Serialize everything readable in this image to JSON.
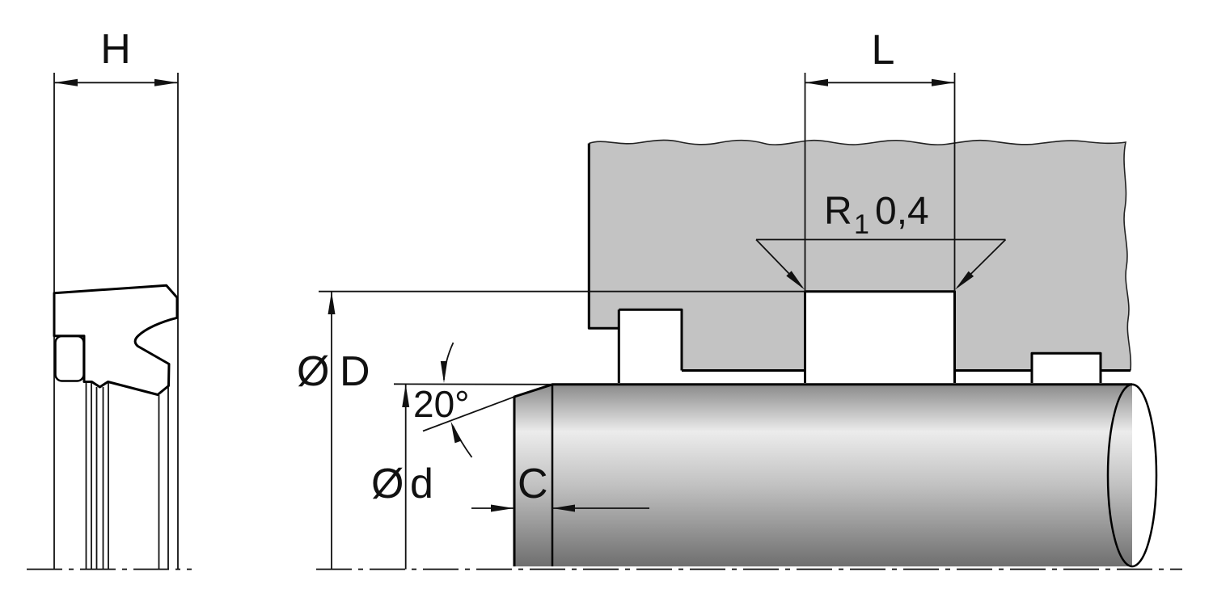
{
  "drawing": {
    "labels": {
      "seal_height": "H",
      "groove_length": "L",
      "groove_radius_prefix": "R",
      "groove_radius_subscript": "1",
      "groove_radius_value": "0,4",
      "diameter_symbol": "Ø",
      "bore_diameter": "D",
      "rod_diameter": "d",
      "chamfer_angle": "20°",
      "chamfer_length": "C"
    },
    "colors": {
      "seal_blue": "#1e70cf",
      "housing_gray": "#c3c3c3",
      "backup_ring_gray": "#e9e9e9",
      "line_black": "#111111",
      "background": "#ffffff",
      "shaft_gradient_top": "#8a8a8a",
      "shaft_gradient_highlight": "#ececec",
      "shaft_gradient_mid": "#c2c2c2",
      "shaft_gradient_bottom": "#6f6f6f",
      "shaft_end_top": "#e6e6e6",
      "shaft_end_bottom": "#8f8f8f"
    }
  }
}
